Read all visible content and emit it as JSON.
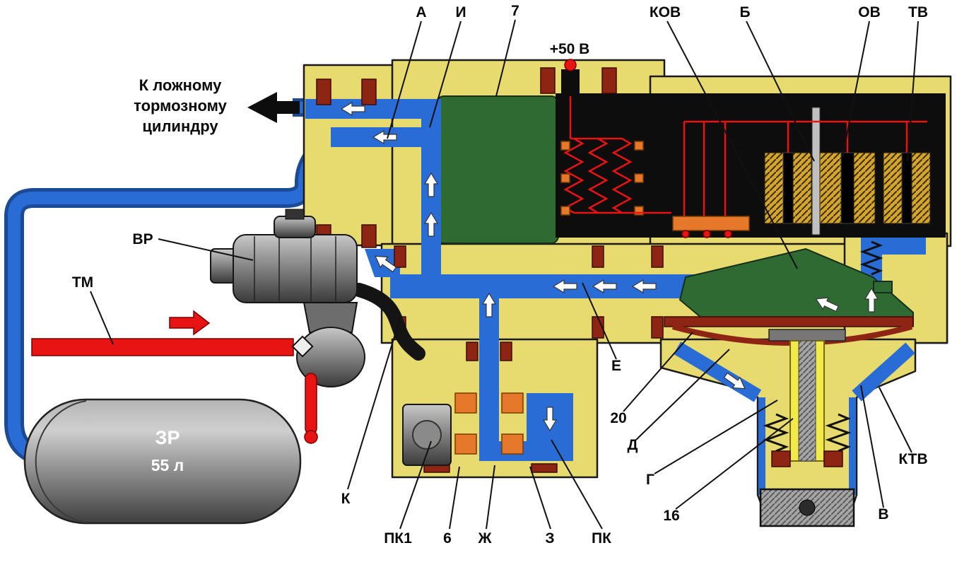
{
  "diagram": {
    "labels": {
      "a": "А",
      "i": "И",
      "n7": "7",
      "kov": "КОВ",
      "b": "Б",
      "ov": "ОВ",
      "tv": "ТВ",
      "plus50v": "+50 В",
      "vr": "ВР",
      "tm": "ТМ",
      "k": "К",
      "pk1": "ПК1",
      "n6": "6",
      "zh": "Ж",
      "z": "З",
      "pk": "ПК",
      "e": "Е",
      "n20": "20",
      "d": "Д",
      "g": "Г",
      "n16": "16",
      "ktv": "КТВ",
      "v": "В"
    },
    "port_note": {
      "line1": "К ложному",
      "line2": "тормозному",
      "line3": "цилиндру"
    },
    "reservoir": {
      "name": "ЗР",
      "volume": "55 л"
    },
    "colors": {
      "background": "#ffffff",
      "body_yellow": "#e7da6e",
      "channel_blue": "#2a6cd5",
      "channel_blue_dark": "#1b4a96",
      "chamber_green": "#2f6a33",
      "seal_red": "#8e2414",
      "wire_red": "#e81313",
      "pipe_red": "#e81313",
      "terminal_orange": "#e5782a",
      "coil_gold": "#d4a52c"
    }
  }
}
